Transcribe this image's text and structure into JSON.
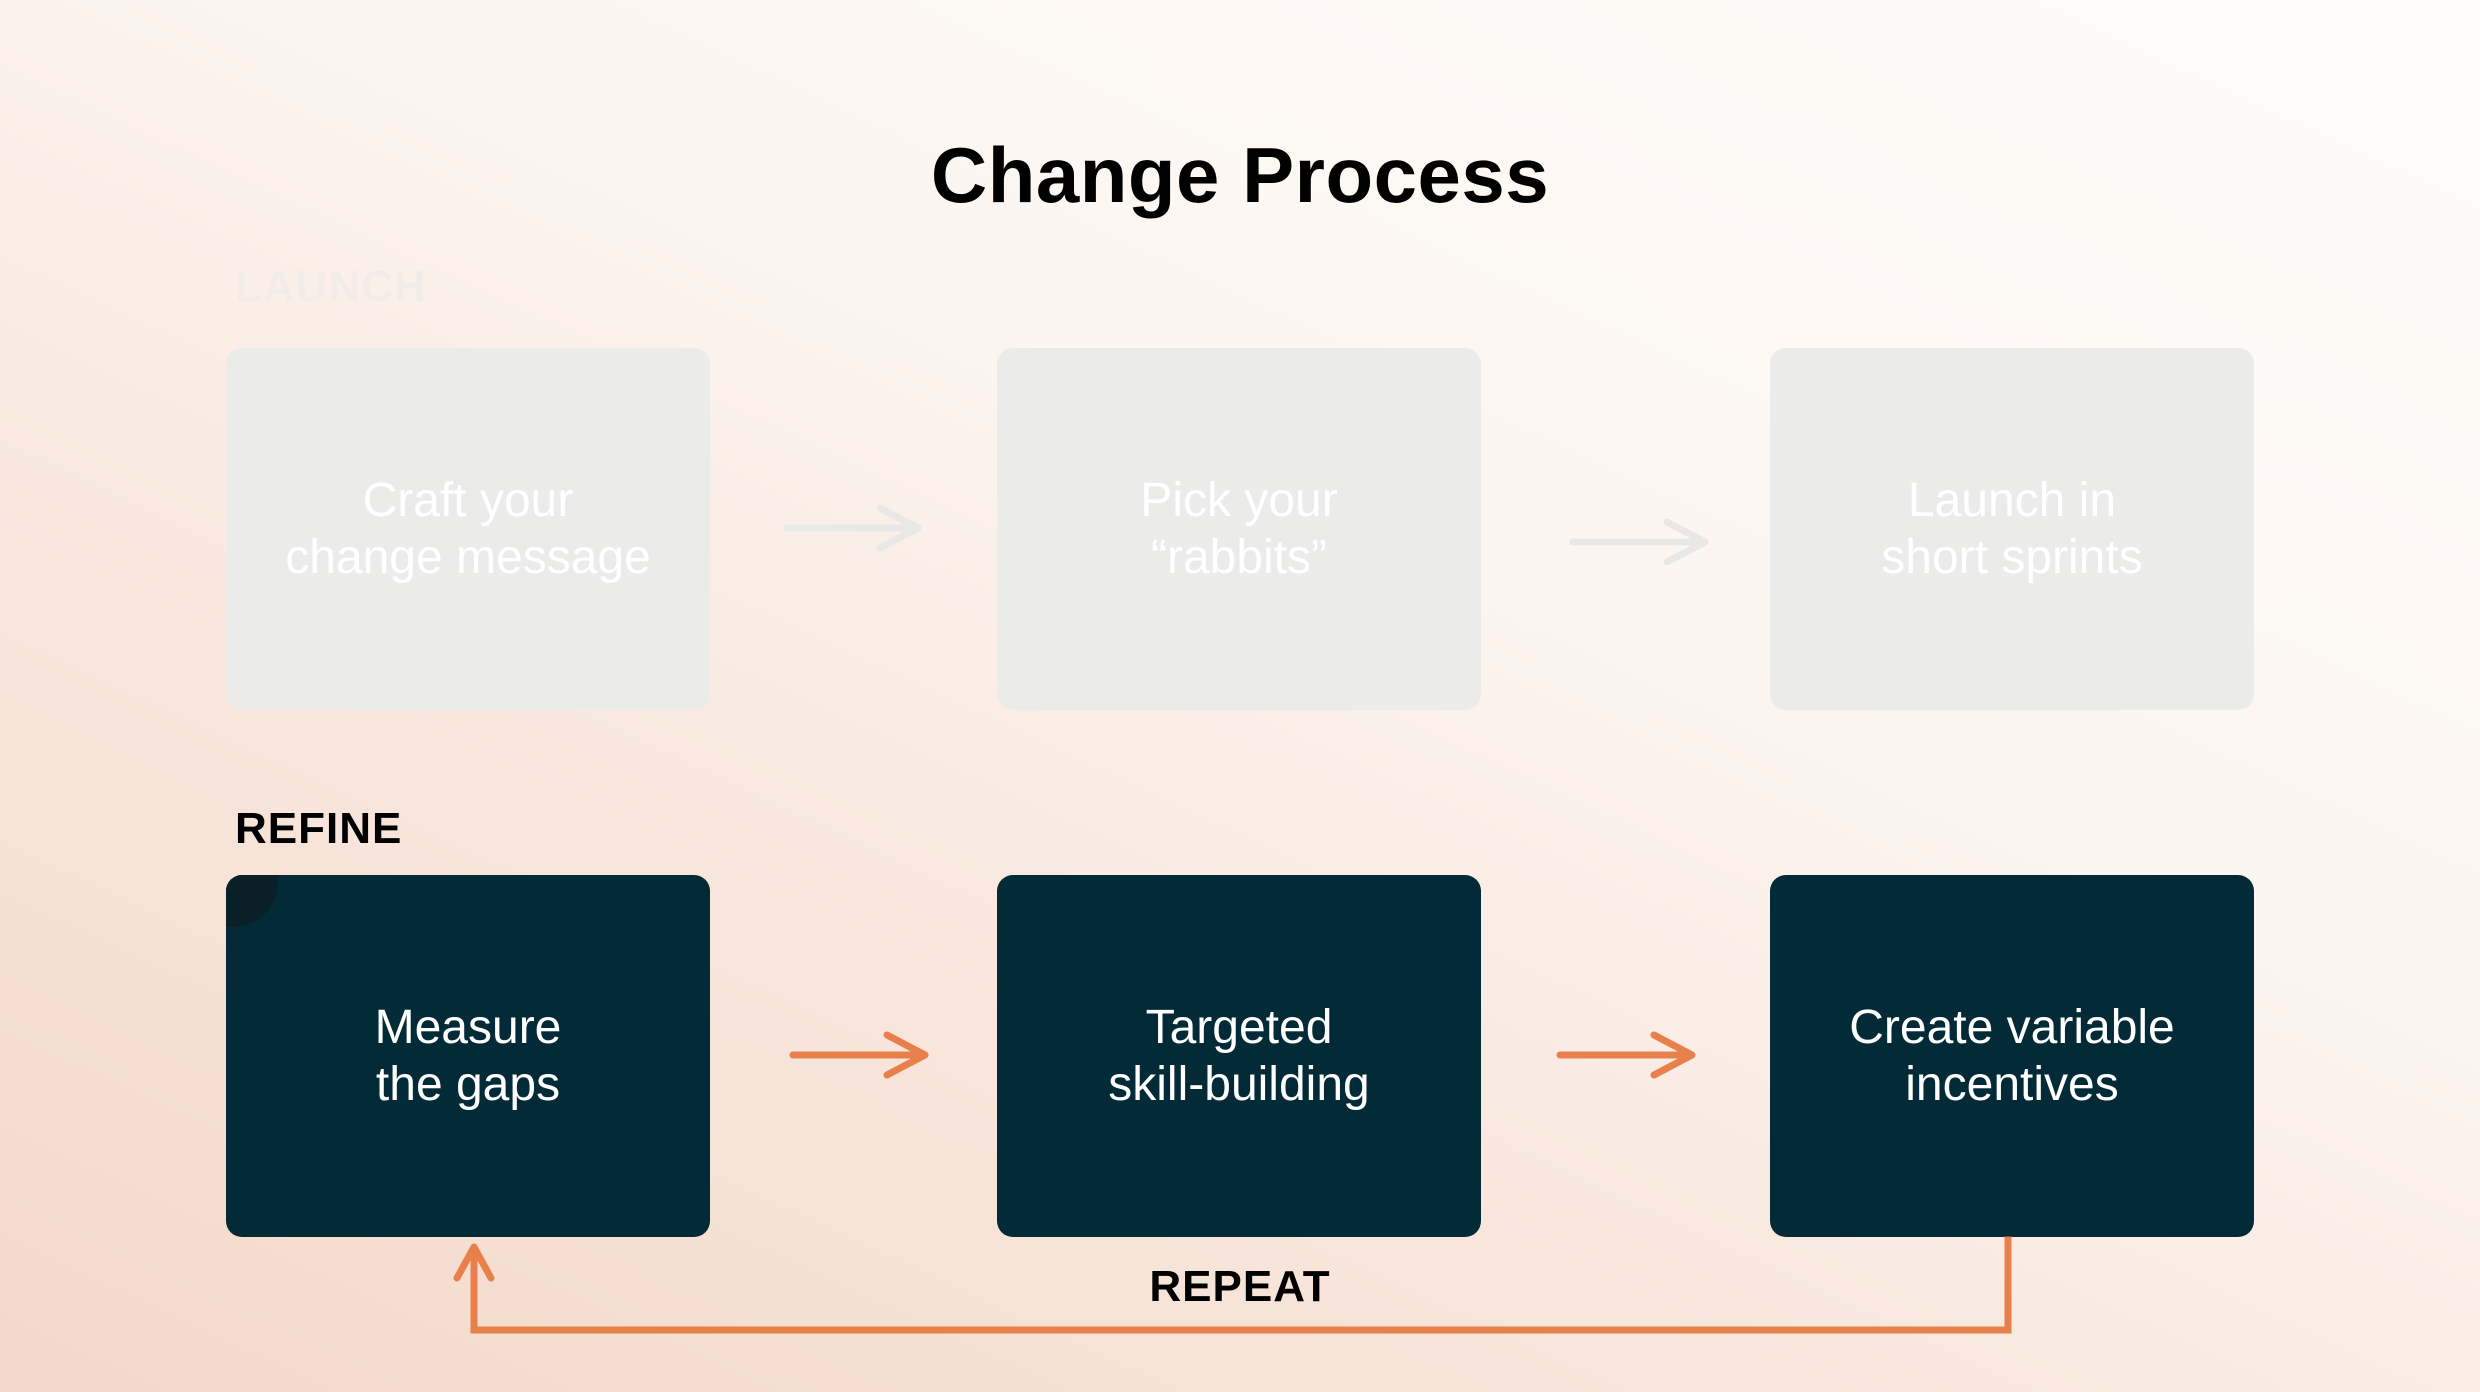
{
  "title": "Change Process",
  "launch": {
    "label": "LAUNCH",
    "steps": [
      "Craft your\nchange message",
      "Pick your\n“rabbits”",
      "Launch in\nshort sprints"
    ]
  },
  "refine": {
    "label": "REFINE",
    "steps": [
      "Measure\nthe gaps",
      "Targeted\nskill-building",
      "Create variable\nincentives"
    ]
  },
  "loop_label": "REPEAT",
  "colors": {
    "launch_box": "#ebebea",
    "launch_arrow": "#e8e8e6",
    "refine_box": "#032a37",
    "accent_arrow": "#e8804b"
  }
}
